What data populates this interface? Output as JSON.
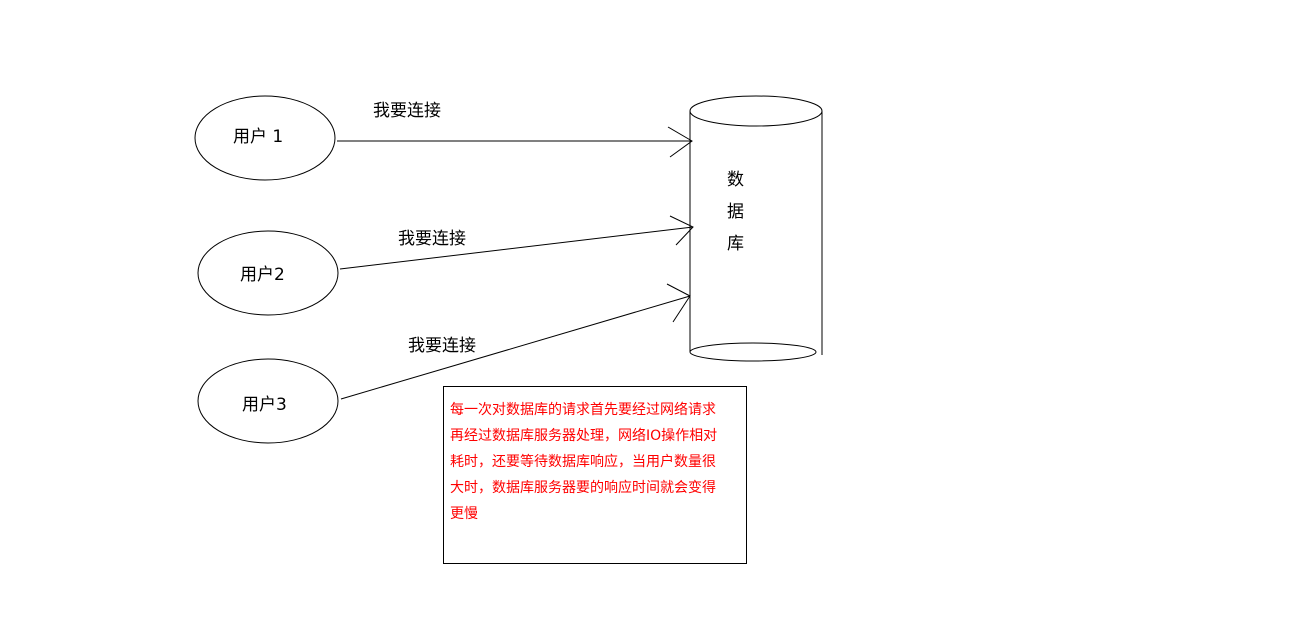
{
  "users": [
    {
      "label": "用户 1",
      "request": "我要连接"
    },
    {
      "label": "用户2",
      "request": "我要连接"
    },
    {
      "label": "用户3",
      "request": "我要连接"
    }
  ],
  "database": {
    "chars": [
      "数",
      "据",
      "库"
    ]
  },
  "note": {
    "lines": [
      "每一次对数据库的请求首先要经过网络请求",
      "再经过数据库服务器处理，网络IO操作相对",
      "耗时，还要等待数据库响应，当用户数量很",
      "大时，数据库服务器要的响应时间就会变得",
      "更慢"
    ],
    "color": "#ff0000"
  }
}
